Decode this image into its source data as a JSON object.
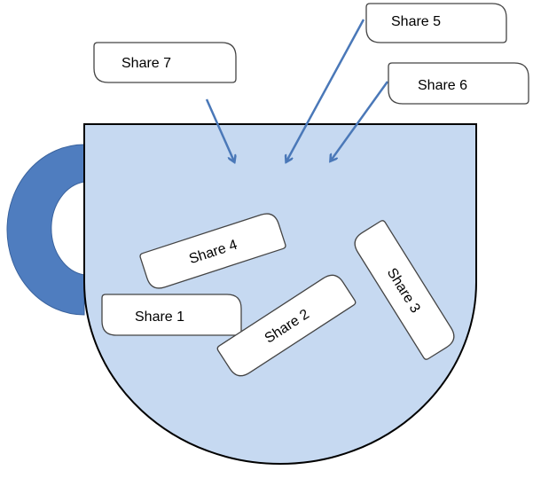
{
  "colors": {
    "cup_fill": "#c6d9f1",
    "handle": "#4f7dbf",
    "arrow": "#4a78b8",
    "outline": "#000000"
  },
  "labels": {
    "share1": "Share 1",
    "share2": "Share 2",
    "share3": "Share 3",
    "share4": "Share 4",
    "share5": "Share 5",
    "share6": "Share 6",
    "share7": "Share 7"
  }
}
